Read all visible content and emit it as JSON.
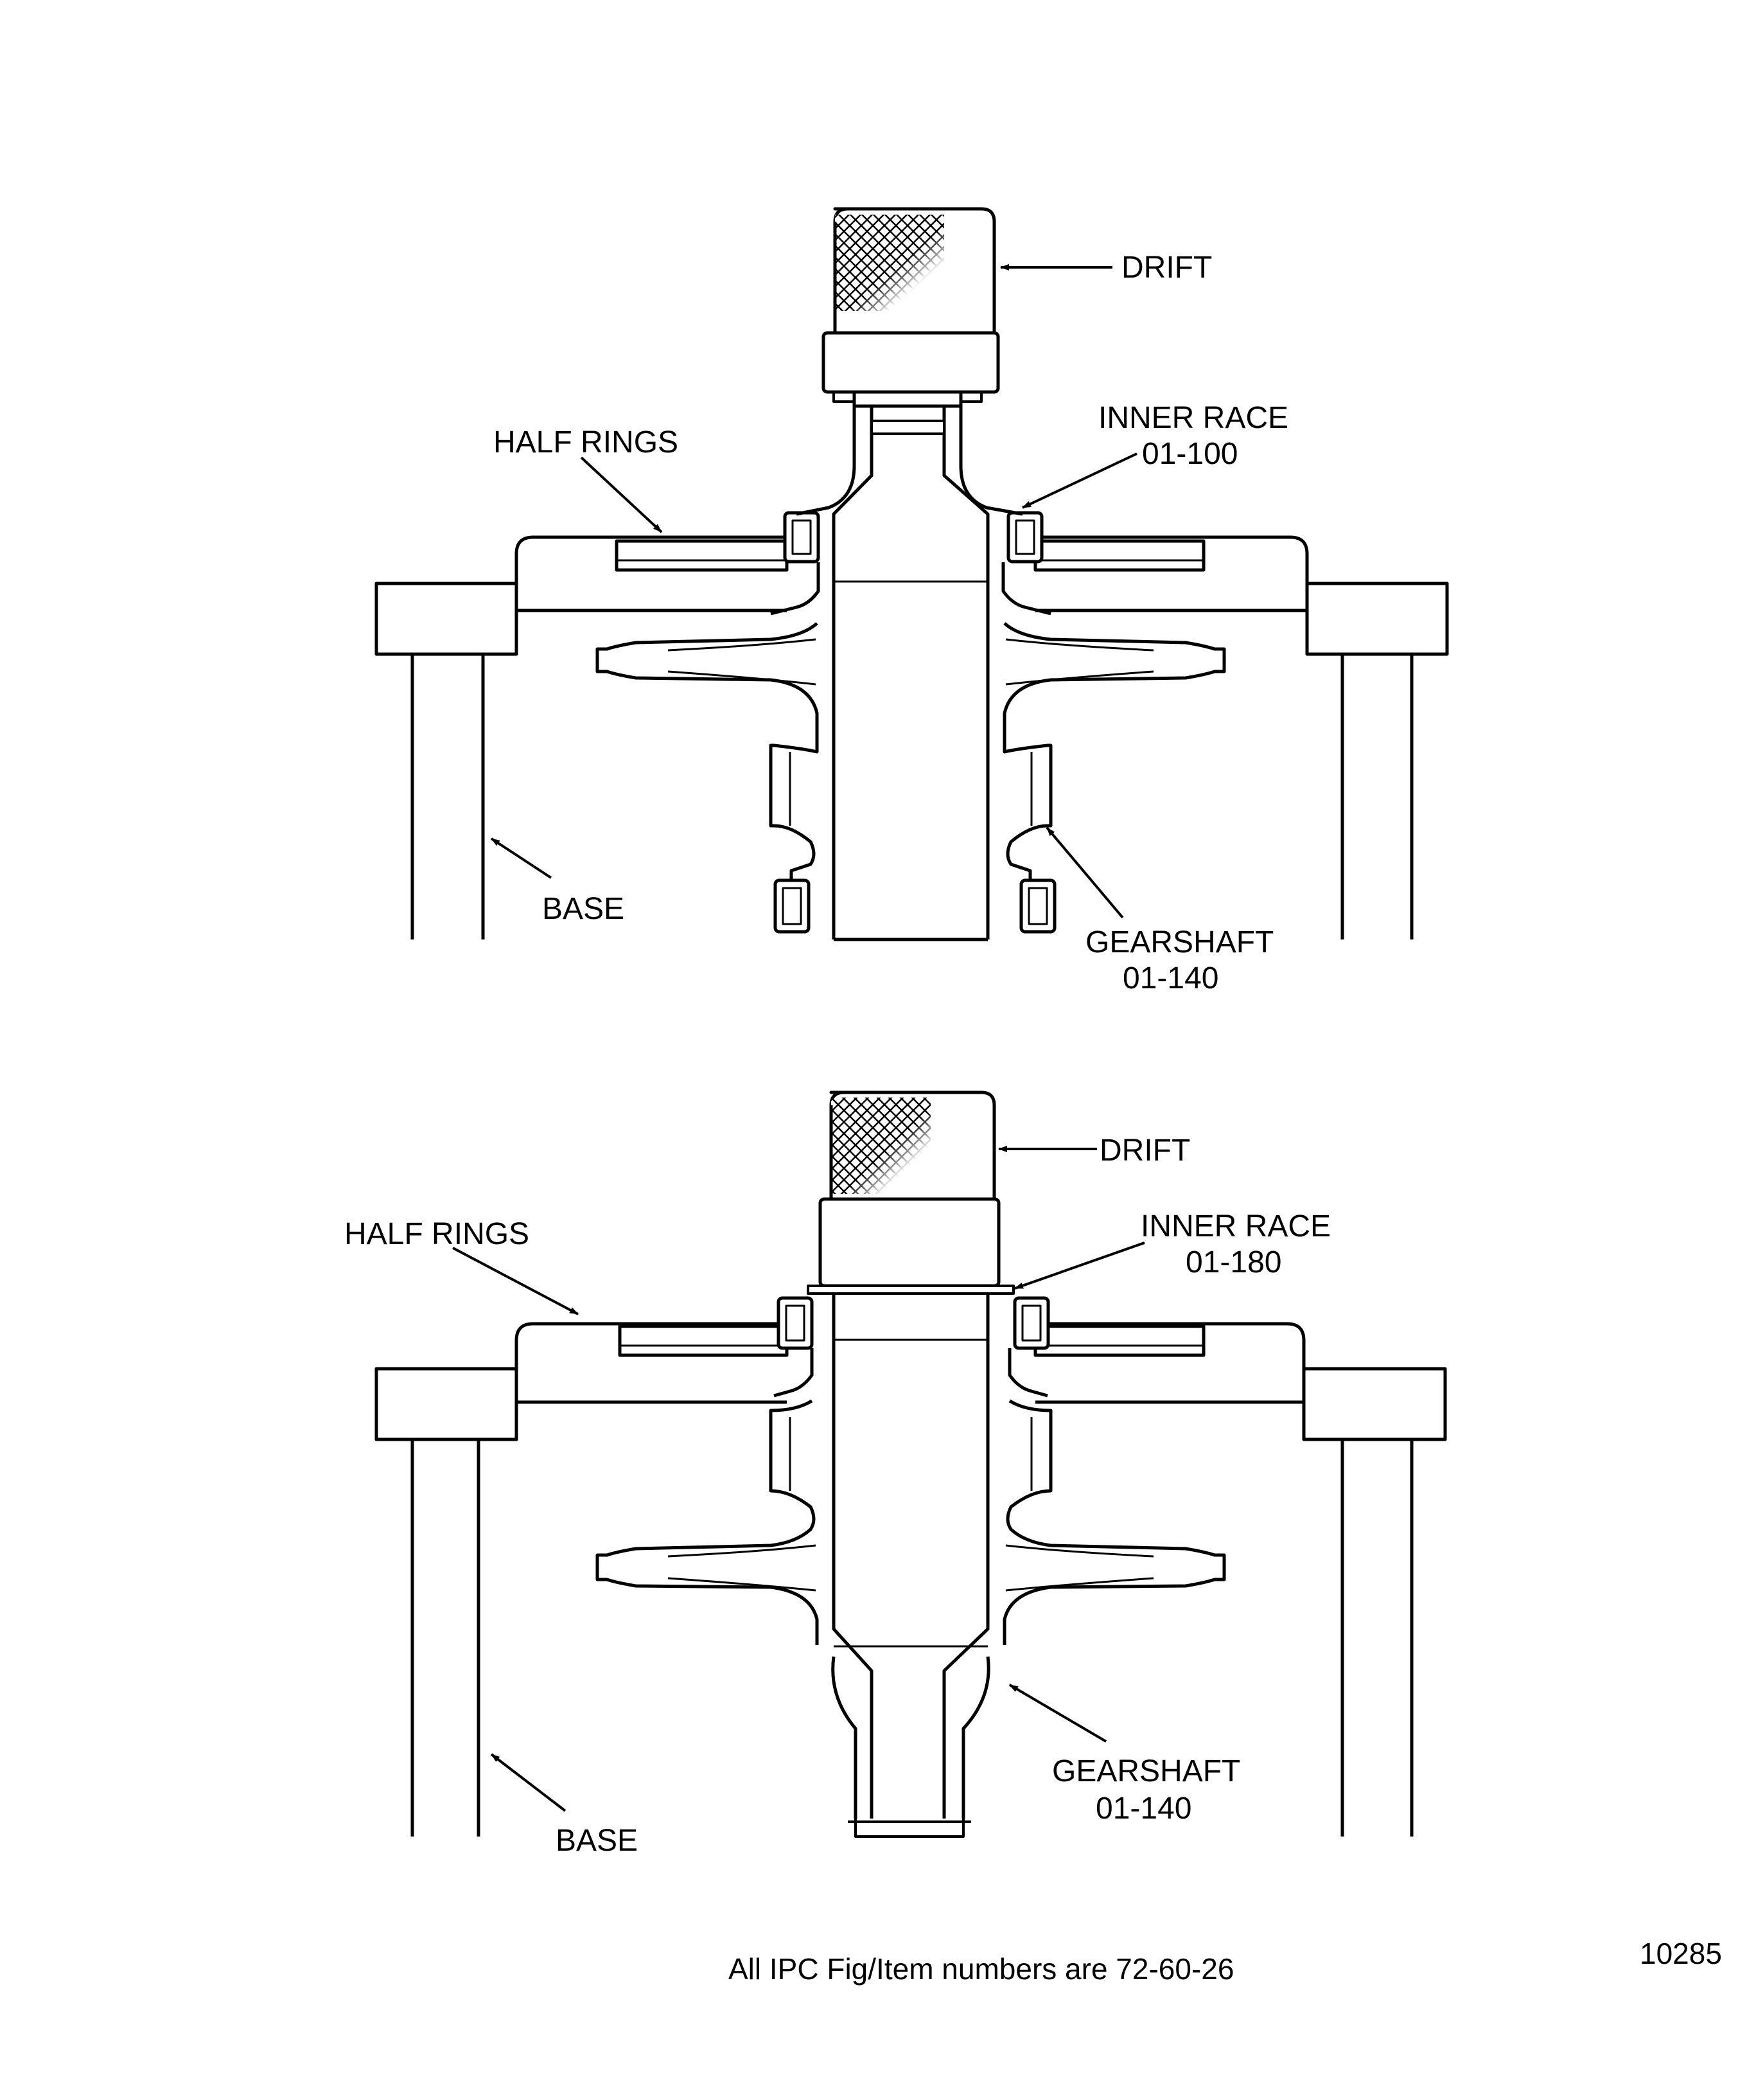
{
  "upper_view": {
    "drift_label": "DRIFT",
    "half_rings_label": "HALF RINGS",
    "inner_race_label": "INNER RACE",
    "inner_race_item": "01-100",
    "base_label": "BASE",
    "gearshaft_label": "GEARSHAFT",
    "gearshaft_item": "01-140"
  },
  "lower_view": {
    "drift_label": "DRIFT",
    "half_rings_label": "HALF RINGS",
    "inner_race_label": "INNER RACE",
    "inner_race_item": "01-180",
    "base_label": "BASE",
    "gearshaft_label": "GEARSHAFT",
    "gearshaft_item": "01-140"
  },
  "footer": {
    "note": "All IPC Fig/Item numbers are 72-60-26",
    "figure_number": "10285"
  },
  "colors": {
    "ink": "#000000",
    "paper": "#ffffff"
  }
}
